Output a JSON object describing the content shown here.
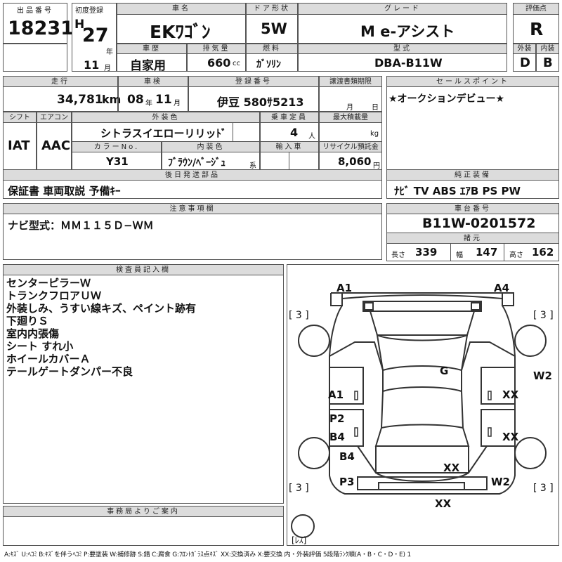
{
  "header": {
    "lot_number": {
      "label": "出品番号",
      "value": "18231"
    },
    "first_registration": {
      "label": "初度登録",
      "era": "H",
      "year": "27",
      "year_unit": "年",
      "month": "11",
      "month_unit": "月"
    },
    "car_name": {
      "label": "車名",
      "value": "EKﾜｺﾞﾝ"
    },
    "door_type": {
      "label": "ドア形状",
      "value": "5W"
    },
    "grade": {
      "label": "グレード",
      "value": "M e-アシスト"
    },
    "score": {
      "label": "評価点",
      "value": "R"
    },
    "history": {
      "label": "車歴",
      "value": "自家用"
    },
    "displacement": {
      "label": "排気量",
      "value": "660",
      "unit": "cc"
    },
    "fuel": {
      "label": "燃料",
      "value": "ｶﾞｿﾘﾝ"
    },
    "model_code": {
      "label": "型式",
      "value": "DBA-B11W"
    },
    "exterior_grade": {
      "label": "外装",
      "value": "D"
    },
    "interior_grade": {
      "label": "内装",
      "value": "B"
    }
  },
  "row2": {
    "mileage": {
      "label": "走行",
      "value": "34,781",
      "unit": "km"
    },
    "inspection": {
      "label": "車検",
      "year": "08",
      "year_unit": "年",
      "month": "11",
      "month_unit": "月"
    },
    "registration_no": {
      "label": "登録番号",
      "value": "伊豆 580ｻ5213"
    },
    "transfer_deadline": {
      "label": "譲渡書類期限",
      "month_unit": "月",
      "day_unit": "日"
    },
    "shift": {
      "label": "シフト",
      "value": "IAT"
    },
    "aircon": {
      "label": "エアコン",
      "value": "AAC"
    },
    "exterior_color": {
      "label": "外装色",
      "value": "シトラスイエローリリッﾄﾞ"
    },
    "color_no": {
      "label": "カラーNo.",
      "value": "Y31"
    },
    "interior_color": {
      "label": "内装色",
      "value": "ﾌﾞﾗｳﾝ/ﾍﾞｰｼﾞｭ",
      "suffix": "系"
    },
    "capacity": {
      "label": "乗車定員",
      "value": "4",
      "unit": "人"
    },
    "max_load": {
      "label": "最大積載量",
      "unit": "kg"
    },
    "import": {
      "label": "輸入車"
    },
    "recycle": {
      "label": "リサイクル預託金",
      "value": "8,060",
      "unit": "円"
    }
  },
  "sales_point": {
    "label": "セールスポイント",
    "text": "★オークションデビュー★"
  },
  "later_parts": {
    "label": "後日発送部品",
    "text": "保証書 車両取説 予備ｷｰ"
  },
  "genuine_equipment": {
    "label": "純正装備",
    "text": "ﾅﾋﾞ TV ABS ｴｱB PS PW"
  },
  "notes": {
    "label": "注意事項欄",
    "text": "ナビ型式：ＭＭ１１５Ｄ−ＷＭ"
  },
  "chassis": {
    "label": "車台番号",
    "value": "B11W-0201572"
  },
  "specs": {
    "label": "諸元",
    "length_label": "長さ",
    "length": "339",
    "width_label": "幅",
    "width": "147",
    "height_label": "高さ",
    "height": "162"
  },
  "inspector": {
    "label": "検査員記入欄",
    "lines": [
      "センターピラーＷ",
      "トランクフロアＵＷ",
      "外装しみ、うすい線キズ、ペイント跡有",
      "下廻りＳ",
      "室内内張傷",
      "シート すれ小",
      "ホイールカバーＡ",
      "テールゲートダンパー不良"
    ]
  },
  "diagram": {
    "marks": {
      "a1_top": "A1",
      "a4_top": "A4",
      "g": "G",
      "w2_right": "W2",
      "a1_left": "A1",
      "xx_right1": "XX",
      "p2": "P2",
      "b4_left": "B4",
      "xx_right2": "XX",
      "b4_lower": "B4",
      "xx_center": "XX",
      "p3": "P3",
      "w2_lower": "W2",
      "xx_bottom": "XX"
    },
    "tread": {
      "tl": "[ 3 ]",
      "tr": "[ 3 ]",
      "bl": "[ 3 ]",
      "br": "[ 3 ]",
      "spare": "[ﾚｽ]"
    }
  },
  "office_notes": {
    "label": "事務局よりご案内"
  },
  "legend": "A:ｷｽﾞ U:ﾍｺﾐ B:ｷｽﾞを伴うﾍｺﾐ P:要塗装 W:補修跡 S:錆 C:腐食 G:ﾌﾛﾝﾄｶﾞﾗｽ点ｷｽﾞ XX:交換済み X:要交換  内・外装評価 5段階ﾗﾝｸ順(A・B・C・D・E) 1"
}
